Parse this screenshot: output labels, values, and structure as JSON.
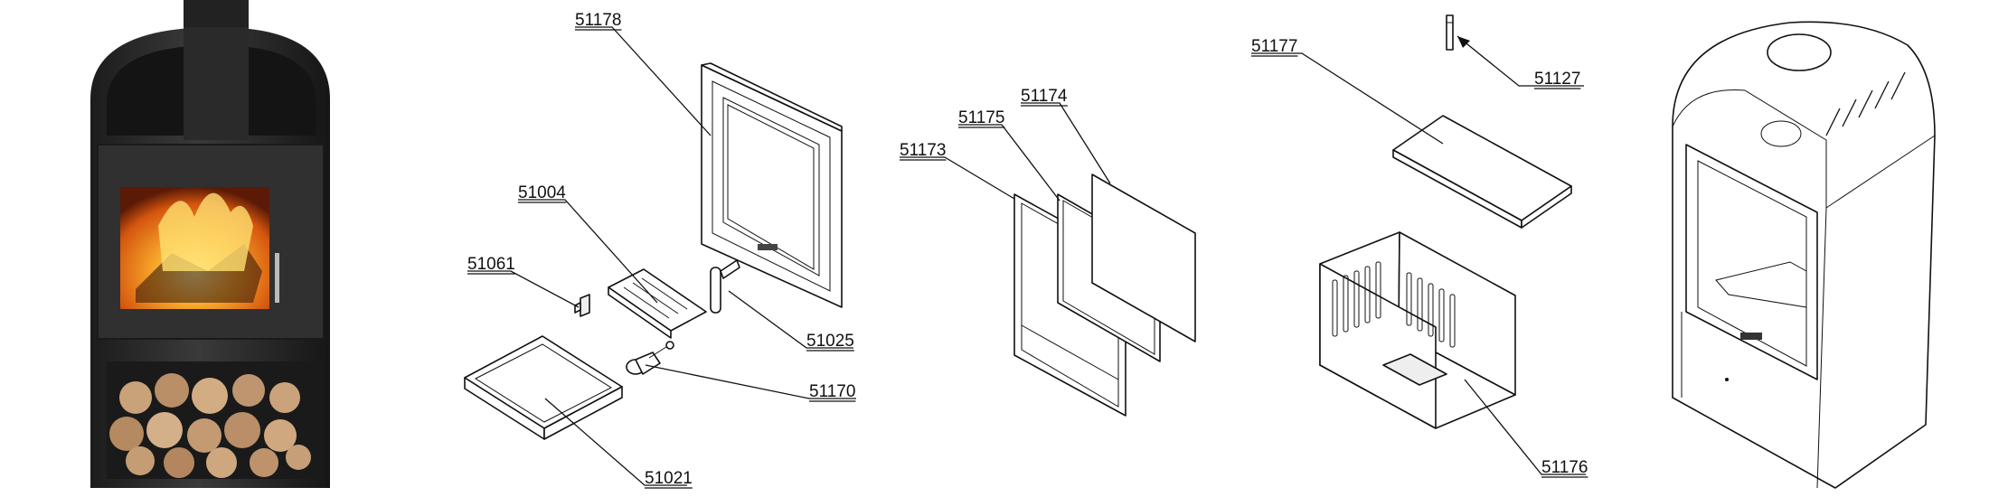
{
  "parts": [
    {
      "id": "label-51178",
      "text": "51178"
    },
    {
      "id": "label-51004",
      "text": "51004"
    },
    {
      "id": "label-51061",
      "text": "51061"
    },
    {
      "id": "label-51025",
      "text": "51025"
    },
    {
      "id": "label-51170",
      "text": "51170"
    },
    {
      "id": "label-51021",
      "text": "51021"
    },
    {
      "id": "label-51173",
      "text": "51173"
    },
    {
      "id": "label-51175",
      "text": "51175"
    },
    {
      "id": "label-51174",
      "text": "51174"
    },
    {
      "id": "label-51177",
      "text": "51177"
    },
    {
      "id": "label-51127",
      "text": "51127"
    },
    {
      "id": "label-51176",
      "text": "51176"
    }
  ],
  "colors": {
    "stove_body": "#2b2b2b",
    "fire": "#f08a1c",
    "wood": "#c9a27a",
    "line": "#111111"
  }
}
